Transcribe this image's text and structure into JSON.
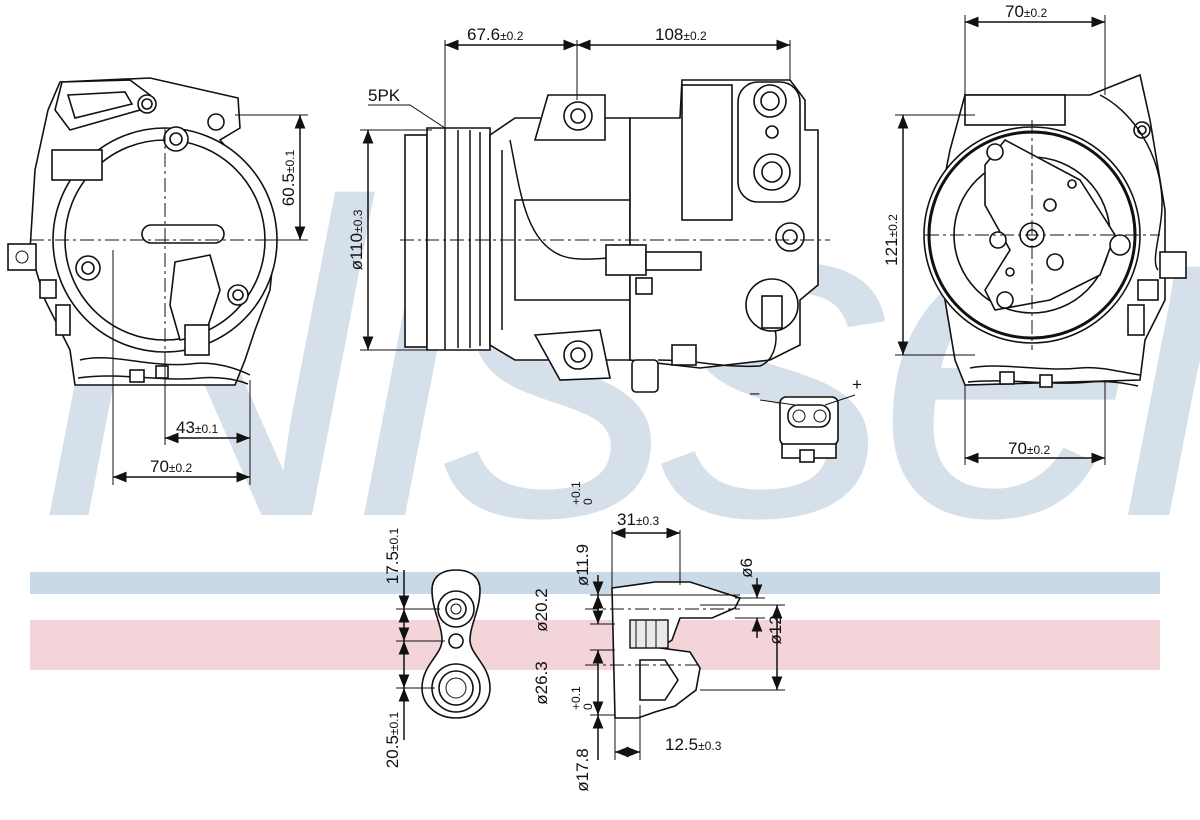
{
  "brand": {
    "watermark": "Nissens",
    "colors": {
      "watermark": "#c7d6e3",
      "stripe_blue": "#c9d9e8",
      "stripe_red": "#f2d4d9",
      "line": "#111111"
    }
  },
  "dims": {
    "d67_6": {
      "value": "67.6",
      "tol": "±0.2"
    },
    "d108": {
      "value": "108",
      "tol": "±0.2"
    },
    "d70_top": {
      "value": "70",
      "tol": "±0.2"
    },
    "belt": "5PK",
    "d60_5": {
      "value": "60.5",
      "tol": "±0.1"
    },
    "d110": {
      "value": "ø110",
      "tol": "±0.3"
    },
    "d121": {
      "value": "121",
      "tol": "±0.2"
    },
    "d43": {
      "value": "43",
      "tol": "±0.1"
    },
    "d70_left": {
      "value": "70",
      "tol": "±0.2"
    },
    "d70_right": {
      "value": "70",
      "tol": "±0.2"
    },
    "connector_minus": "–",
    "connector_plus": "+",
    "d17_5": {
      "value": "17.5",
      "tol": "±0.1"
    },
    "d20_5": {
      "value": "20.5",
      "tol": "±0.1"
    },
    "d11_9": {
      "value": "ø11.9",
      "tol_upper": "+0.1",
      "tol_lower": "0"
    },
    "d31": {
      "value": "31",
      "tol": "±0.3"
    },
    "d6": "ø6",
    "d20_2": "ø20.2",
    "d12": "ø12",
    "d26_3": "ø26.3",
    "d12_5": {
      "value": "12.5",
      "tol": "±0.3"
    },
    "d17_8": {
      "value": "ø17.8",
      "tol_upper": "+0.1",
      "tol_lower": "0"
    }
  }
}
